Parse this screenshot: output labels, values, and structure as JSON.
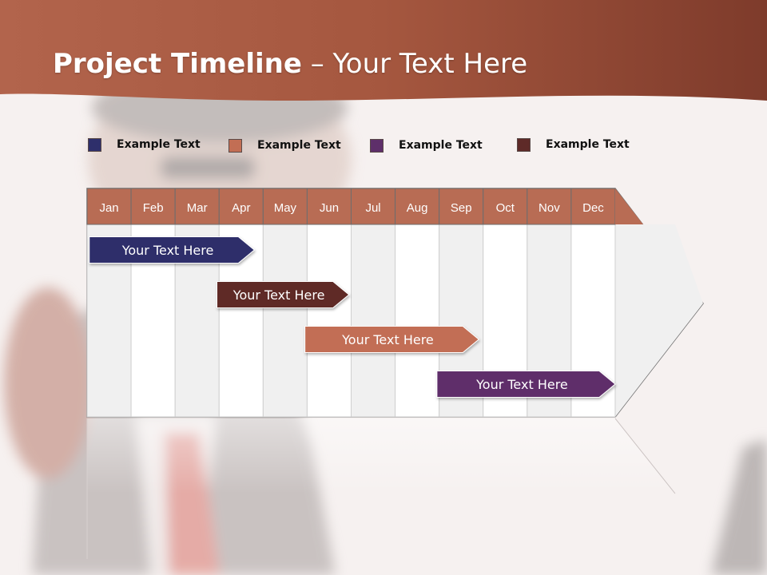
{
  "title": {
    "bold": "Project Timeline",
    "rest": " – Your Text Here"
  },
  "legend": [
    {
      "label": "Example Text",
      "color": "#2e2f6b"
    },
    {
      "label": "Example Text",
      "color": "#c26e54"
    },
    {
      "label": "Example Text",
      "color": "#5e2f6a"
    },
    {
      "label": "Example Text",
      "color": "#5e2a28"
    }
  ],
  "months": [
    "Jan",
    "Feb",
    "Mar",
    "Apr",
    "May",
    "Jun",
    "Jul",
    "Aug",
    "Sep",
    "Oct",
    "Nov",
    "Dec"
  ],
  "bars": [
    {
      "label": "Your  Text Here",
      "start_month": 0.05,
      "end_month": 3.8,
      "color": "#2e2f6b"
    },
    {
      "label": "Your  Text Here",
      "start_month": 2.95,
      "end_month": 5.95,
      "color": "#5e2a28"
    },
    {
      "label": "Your  Text Here",
      "start_month": 4.95,
      "end_month": 8.9,
      "color": "#c26e54"
    },
    {
      "label": "Your  Text Here",
      "start_month": 7.95,
      "end_month": 12.0,
      "color": "#5e2f6a"
    }
  ],
  "colors": {
    "header": "#b86c54",
    "banner": "#9a4a34",
    "row_alt": "#f0f0f0"
  }
}
